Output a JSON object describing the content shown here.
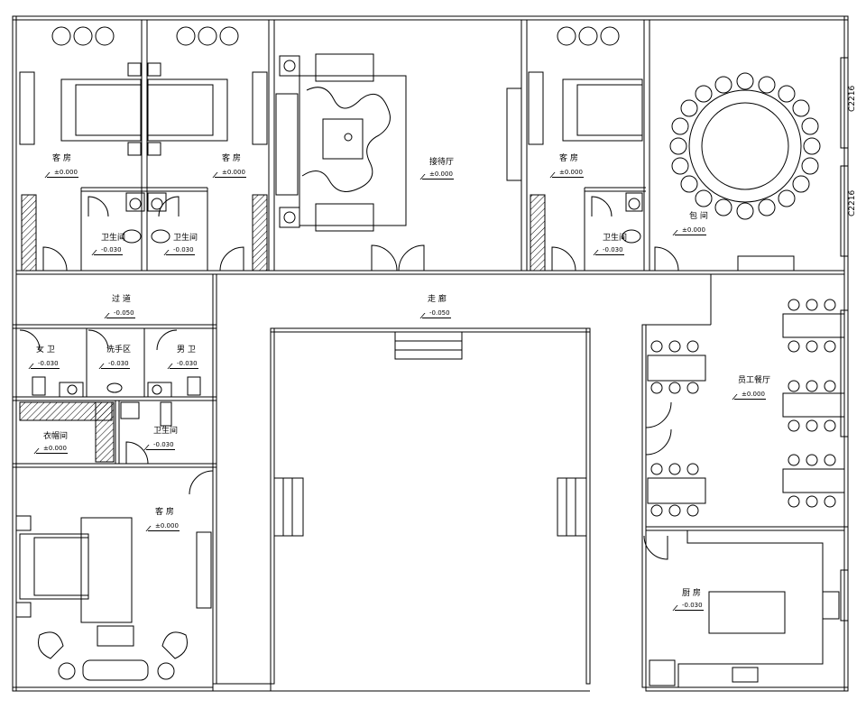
{
  "rooms": {
    "guest_room_1": {
      "name": "客  房",
      "level": "±0.000"
    },
    "guest_room_2": {
      "name": "客  房",
      "level": "±0.000"
    },
    "reception_hall": {
      "name": "接待厅",
      "level": "±0.000"
    },
    "guest_room_3": {
      "name": "客  房",
      "level": "±0.000"
    },
    "private_room": {
      "name": "包  间",
      "level": "±0.000"
    },
    "bathroom_1": {
      "name": "卫生间",
      "level": "-0.030"
    },
    "bathroom_2": {
      "name": "卫生间",
      "level": "-0.030"
    },
    "bathroom_3": {
      "name": "卫生间",
      "level": "-0.030"
    },
    "passage": {
      "name": "过  道",
      "level": "-0.050"
    },
    "corridor": {
      "name": "走  廊",
      "level": "-0.050"
    },
    "womens_toilet": {
      "name": "女  卫",
      "level": "-0.030"
    },
    "wash_area": {
      "name": "洗手区",
      "level": "-0.030"
    },
    "mens_toilet": {
      "name": "男  卫",
      "level": "-0.030"
    },
    "bathroom_4": {
      "name": "卫生间",
      "level": "-0.030"
    },
    "cloakroom": {
      "name": "衣帽间",
      "level": "±0.000"
    },
    "guest_room_4": {
      "name": "客  房",
      "level": "±0.000"
    },
    "staff_canteen": {
      "name": "员工餐厅",
      "level": "±0.000"
    },
    "kitchen": {
      "name": "厨  房",
      "level": "-0.030"
    }
  },
  "windows": {
    "window_1": "C2216",
    "window_2": "C2216"
  }
}
